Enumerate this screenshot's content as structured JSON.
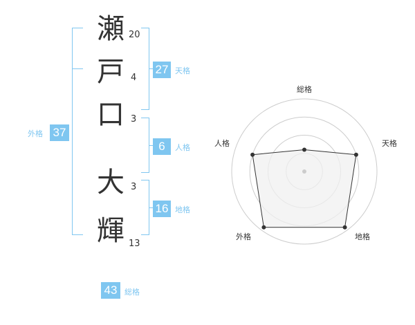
{
  "name": {
    "surname": [
      {
        "char": "瀬",
        "strokes": "20"
      },
      {
        "char": "戸",
        "strokes": "4"
      },
      {
        "char": "口",
        "strokes": "3"
      }
    ],
    "given": [
      {
        "char": "大",
        "strokes": "3"
      },
      {
        "char": "輝",
        "strokes": "13"
      }
    ]
  },
  "fortune": {
    "tenkaku": {
      "value": "27",
      "label": "天格"
    },
    "jinkaku": {
      "value": "6",
      "label": "人格"
    },
    "chikaku": {
      "value": "16",
      "label": "地格"
    },
    "gaikaku": {
      "value": "37",
      "label": "外格"
    },
    "soukaku": {
      "value": "43",
      "label": "総格"
    }
  },
  "colors": {
    "accent": "#7fc6f0",
    "text": "#333333",
    "ring": "#cccccc",
    "fill": "#f0f0f0"
  },
  "chart_data": {
    "type": "radar",
    "axes": [
      "総格",
      "天格",
      "地格",
      "外格",
      "人格"
    ],
    "values": [
      0.3,
      0.75,
      0.95,
      0.95,
      0.75
    ],
    "range": [
      0,
      1
    ],
    "rings": 4
  }
}
